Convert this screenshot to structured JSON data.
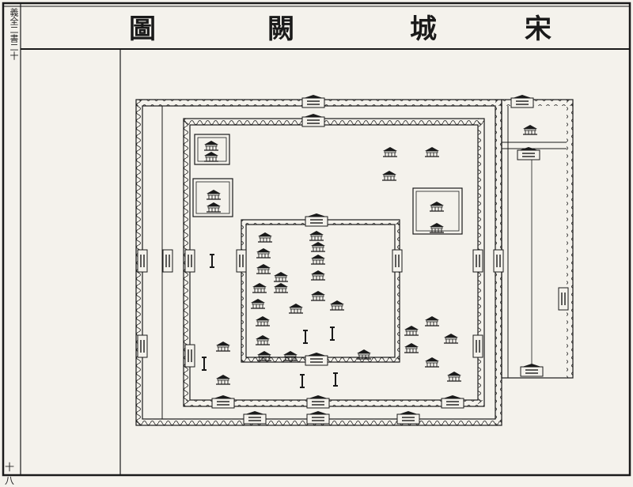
{
  "title": {
    "characters": [
      "圖",
      "闕",
      "城",
      "宋"
    ],
    "full": "宋城闕圖"
  },
  "margin": {
    "left_label": "義全二書二十",
    "page_number": "十八"
  },
  "map": {
    "ink_color": "#1a1a1a",
    "paper_color": "#f4f2ec",
    "wall_pattern": "crenellated-double-line",
    "buildings": "pavilion-glyphs"
  }
}
